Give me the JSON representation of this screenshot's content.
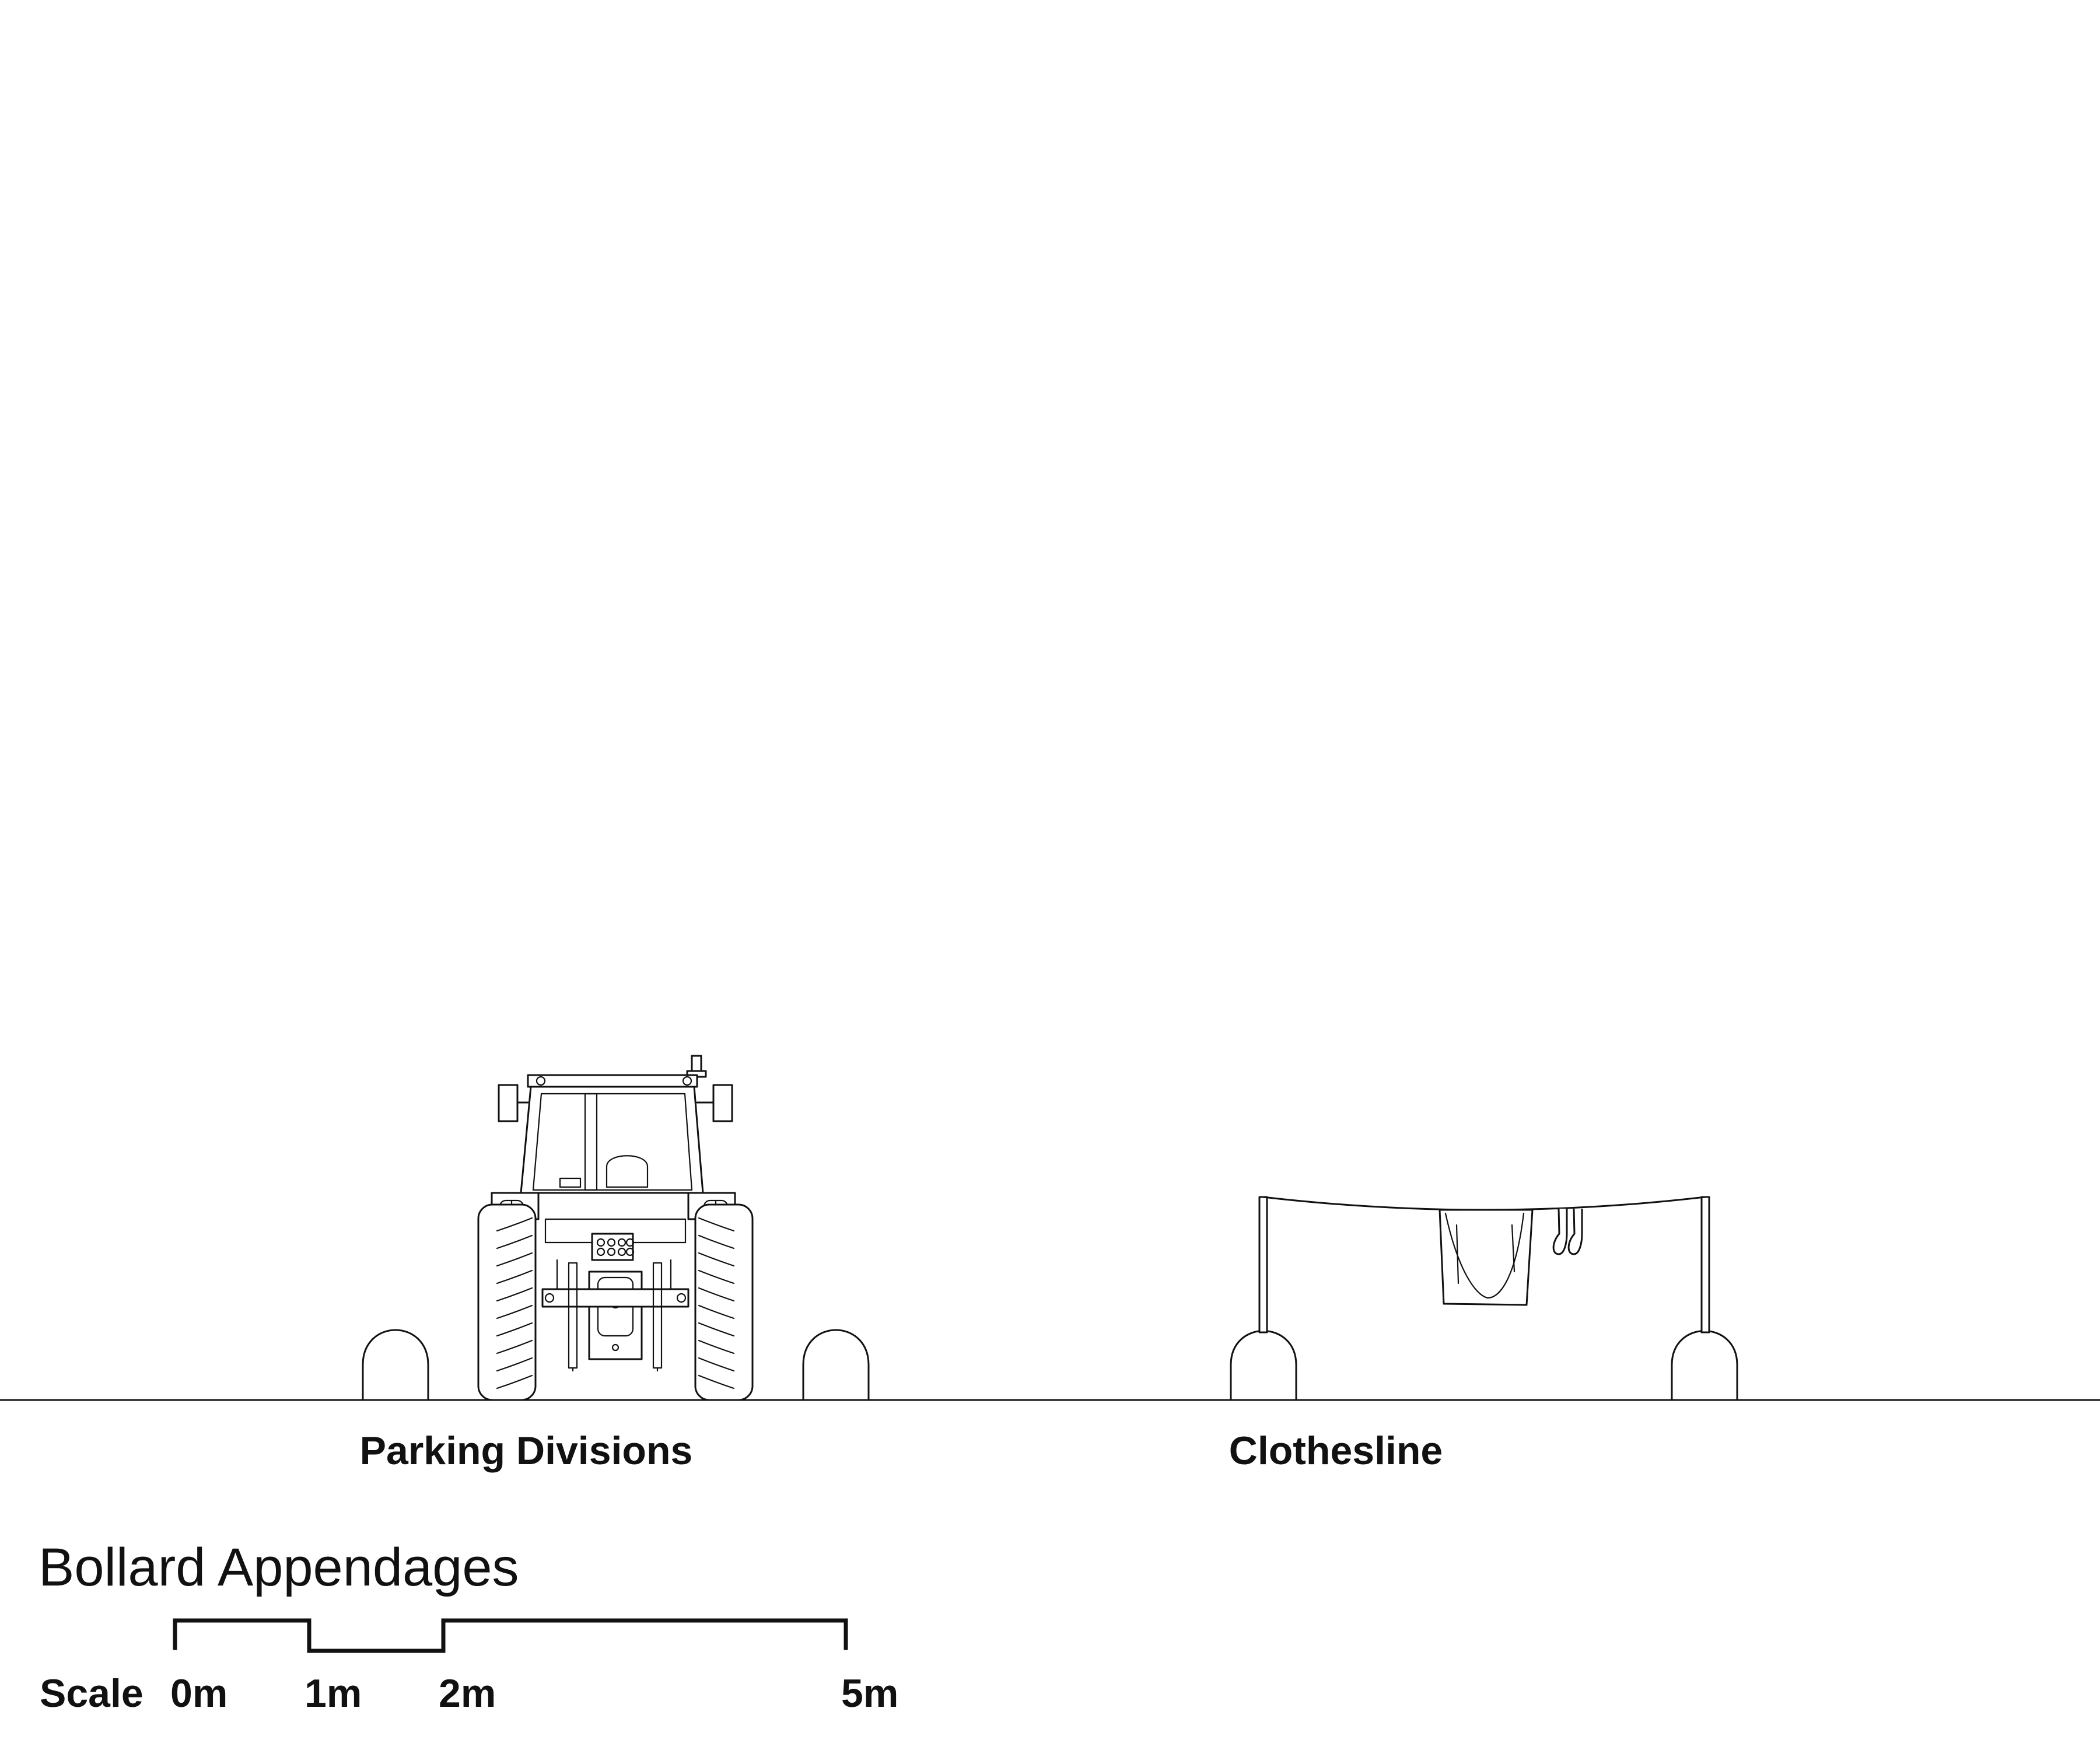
{
  "labels": {
    "parking": "Parking Divisions",
    "clothesline": "Clothesline"
  },
  "title": "Bollard Appendages",
  "scale": {
    "label": "Scale",
    "ticks": [
      "0m",
      "1m",
      "2m",
      "5m"
    ]
  },
  "colors": {
    "ink": "#111111",
    "background": "#ffffff"
  }
}
